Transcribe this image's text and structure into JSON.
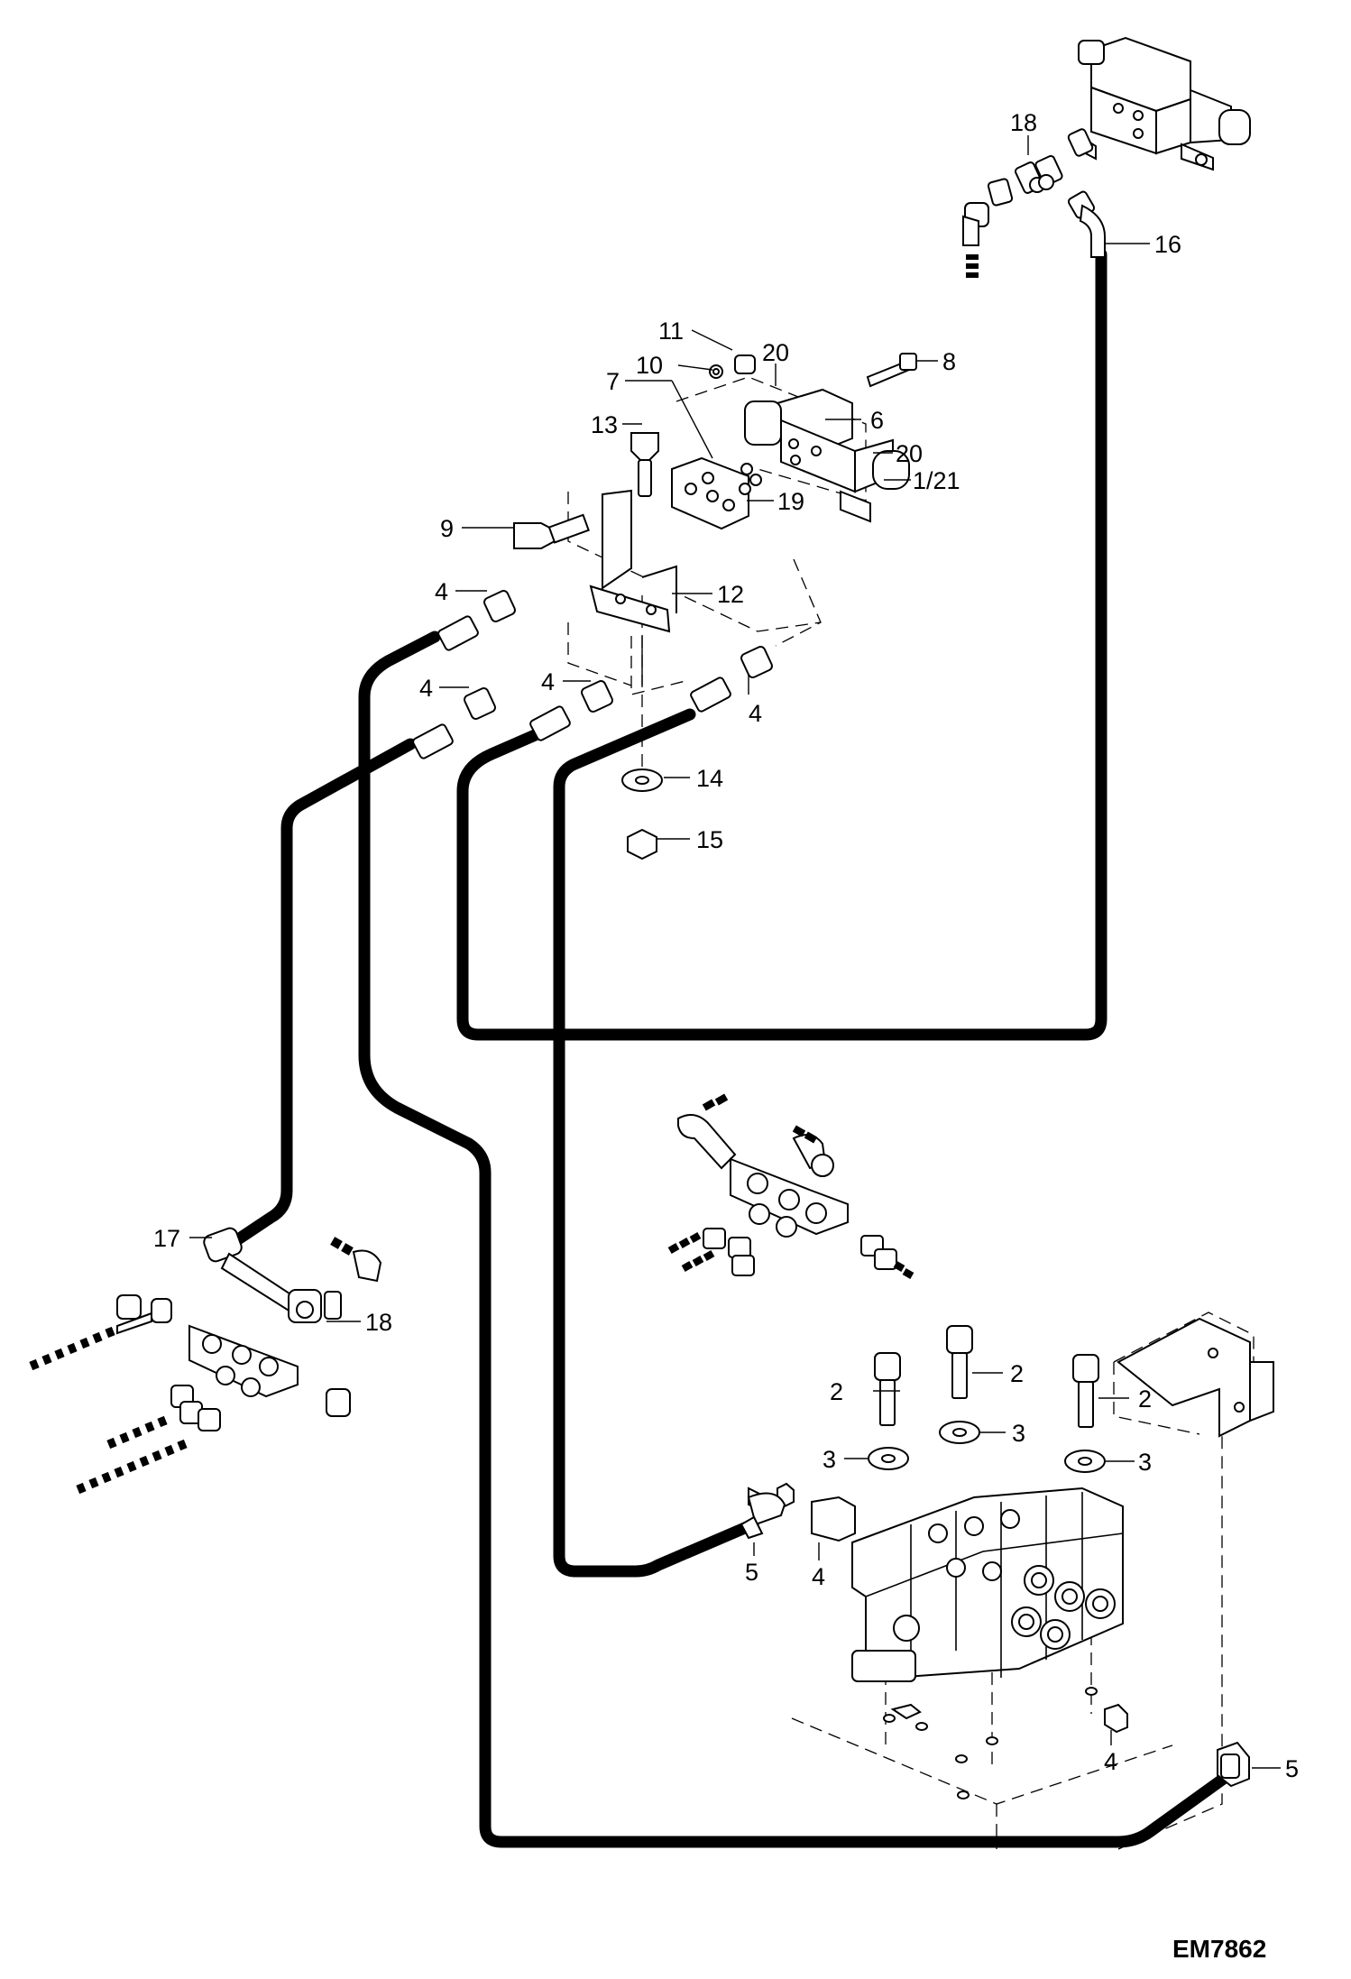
{
  "drawing_code": "EM7862",
  "callouts": [
    {
      "id": "c1",
      "text": "18"
    },
    {
      "id": "c2",
      "text": "16"
    },
    {
      "id": "c3",
      "text": "11"
    },
    {
      "id": "c4",
      "text": "10"
    },
    {
      "id": "c5",
      "text": "20"
    },
    {
      "id": "c6",
      "text": "8"
    },
    {
      "id": "c7",
      "text": "7"
    },
    {
      "id": "c8",
      "text": "6"
    },
    {
      "id": "c9",
      "text": "13"
    },
    {
      "id": "c10",
      "text": "20"
    },
    {
      "id": "c11",
      "text": "1/21"
    },
    {
      "id": "c12",
      "text": "19"
    },
    {
      "id": "c13",
      "text": "9"
    },
    {
      "id": "c14",
      "text": "4"
    },
    {
      "id": "c15",
      "text": "12"
    },
    {
      "id": "c16",
      "text": "4"
    },
    {
      "id": "c17",
      "text": "4"
    },
    {
      "id": "c18",
      "text": "4"
    },
    {
      "id": "c19",
      "text": "14"
    },
    {
      "id": "c20",
      "text": "15"
    },
    {
      "id": "c21",
      "text": "17"
    },
    {
      "id": "c22",
      "text": "18"
    },
    {
      "id": "c23",
      "text": "2"
    },
    {
      "id": "c24",
      "text": "2"
    },
    {
      "id": "c25",
      "text": "2"
    },
    {
      "id": "c26",
      "text": "3"
    },
    {
      "id": "c27",
      "text": "3"
    },
    {
      "id": "c28",
      "text": "3"
    },
    {
      "id": "c29",
      "text": "5"
    },
    {
      "id": "c30",
      "text": "4"
    },
    {
      "id": "c31",
      "text": "4"
    },
    {
      "id": "c32",
      "text": "5"
    }
  ]
}
